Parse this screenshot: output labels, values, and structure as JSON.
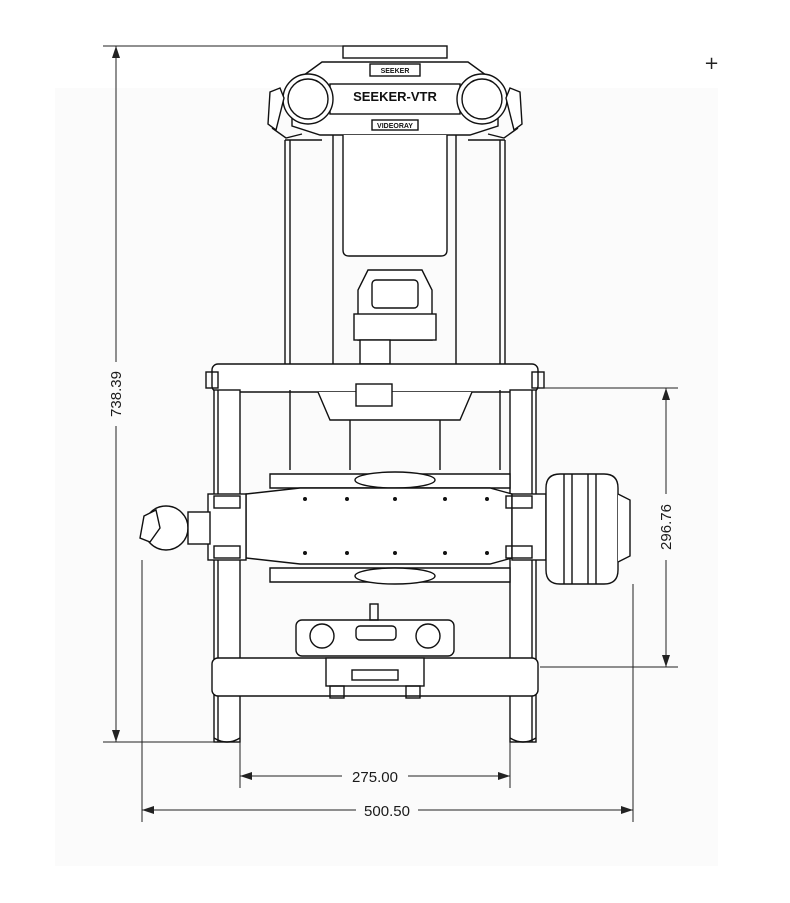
{
  "drawing": {
    "title_plate": "SEEKER-VTR",
    "plate_top_text": "SEEKER",
    "plate_bottom_text": "VIDEORAY",
    "corner_mark": "+"
  },
  "dimensions": {
    "overall_height": "738.39",
    "frame_opening_height": "296.76",
    "inner_frame_width": "275.00",
    "overall_width": "500.50"
  },
  "colors": {
    "line": "#111111",
    "fill": "#ffffff",
    "background": "#ffffff",
    "panel": "#fbfbfb"
  }
}
